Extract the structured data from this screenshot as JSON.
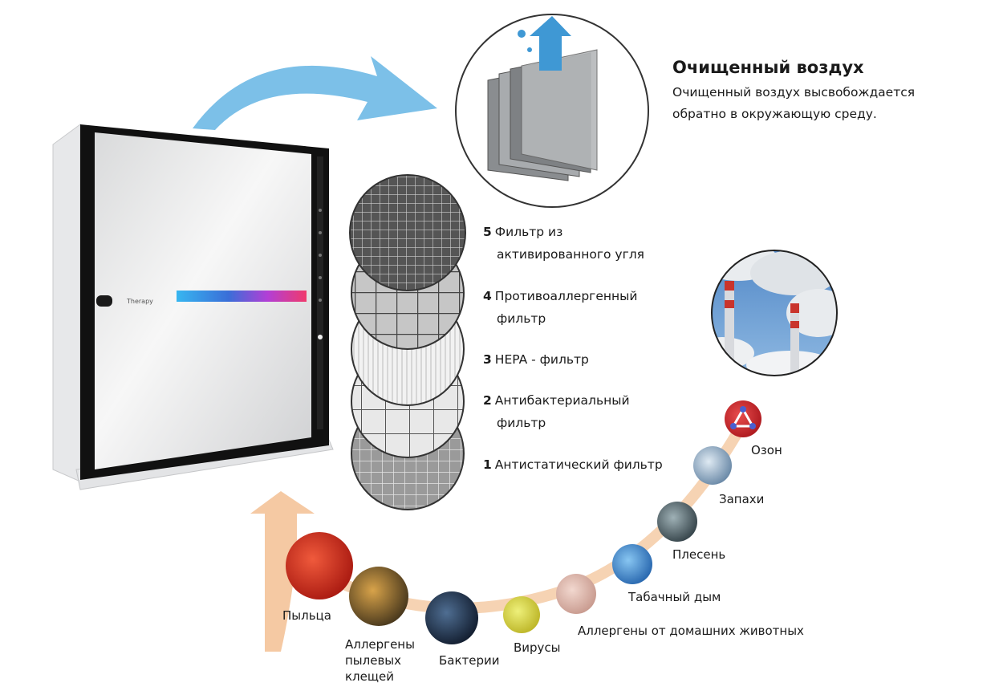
{
  "clean_air": {
    "title": "Очищенный воздух",
    "description": "Очищенный воздух высвобождается обратно в окружающую среду."
  },
  "device": {
    "brand": "Therapy"
  },
  "filters": [
    {
      "number": "5",
      "label_line1": "Фильтр из",
      "label_line2": "активированного угля"
    },
    {
      "number": "4",
      "label_line1": "Противоаллергенный",
      "label_line2": "фильтр"
    },
    {
      "number": "3",
      "label_line1": "HEPA - фильтр",
      "label_line2": ""
    },
    {
      "number": "2",
      "label_line1": "Антибактериальный",
      "label_line2": "фильтр"
    },
    {
      "number": "1",
      "label_line1": "Антистатический фильтр",
      "label_line2": ""
    }
  ],
  "pollutants": [
    {
      "label": "Пыльца"
    },
    {
      "label": "Аллергены пылевых клещей"
    },
    {
      "label": "Бактерии"
    },
    {
      "label": "Вирусы"
    },
    {
      "label": "Аллергены от домашних животных"
    },
    {
      "label": "Табачный дым"
    },
    {
      "label": "Плесень"
    },
    {
      "label": "Запахи"
    },
    {
      "label": "Озон"
    }
  ],
  "colors": {
    "top_arrow": "#7cc0e8",
    "bottom_arrow": "#f5c9a3",
    "text": "#1a1a1a",
    "device_frame": "#111111"
  }
}
